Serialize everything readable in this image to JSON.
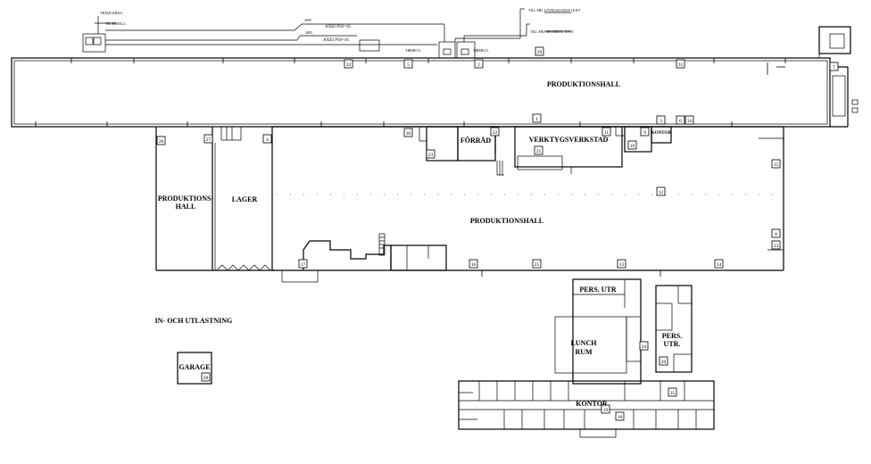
{
  "rooms": {
    "produktionshall_top": "PRODUKTIONSHALL",
    "produktionshall_main": "PRODUKTIONSHALL",
    "produktionshall_left_1": "PRODUKTIONS-",
    "produktionshall_left_2": "HALL",
    "lager": "LAGER",
    "forrad": "FÖRRÅD",
    "verktygsverkstad": "VERKTYGSVERKSTAD",
    "kontor_small": "KONTOR",
    "pers_utr_top": "PERS. UTR",
    "lunch_1": "LUNCH",
    "lunch_2": "RUM",
    "pers_utr_right_1": "PERS.",
    "pers_utr_right_2": "UTR.",
    "kontor": "KONTOR",
    "garage": "GARAGE",
    "in_och_utlastning": "IN- OCH UTLASTNING"
  },
  "annotations": {
    "a1": "TRÅDGÅRDA",
    "a2": "TR. BEHÅLL",
    "a3": "2005",
    "a4": "2005",
    "a5": "AXEI P50=16",
    "a6": "AXEI P50=16",
    "a7": "TIBERCO.",
    "a8": "TIBERCO.",
    "a9": "TILL FBL LÖVEGSGATAN 18 KV",
    "a10": "TILL FBL SKOMBOL 18 KV"
  },
  "markers": [
    "1",
    "2",
    "3",
    "4",
    "5",
    "6",
    "7",
    "8",
    "9",
    "10",
    "11",
    "12",
    "13",
    "14",
    "15",
    "16",
    "17",
    "18",
    "19",
    "20",
    "21",
    "22",
    "23",
    "24",
    "25",
    "26",
    "27",
    "28",
    "29",
    "30",
    "31",
    "32",
    "33",
    "34",
    "35"
  ]
}
